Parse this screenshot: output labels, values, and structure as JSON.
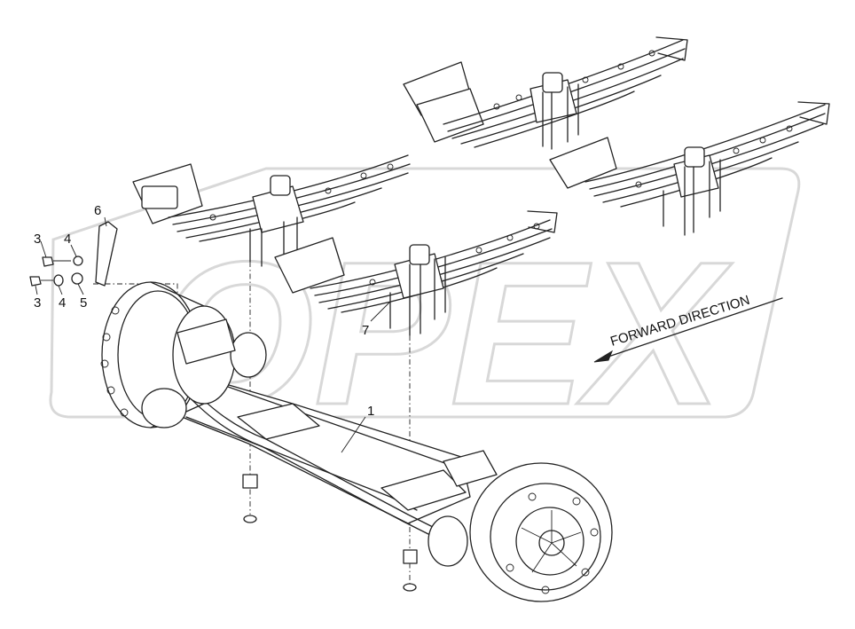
{
  "watermark": {
    "text": "OPEX",
    "color": "#d4d4d4"
  },
  "annotation": {
    "direction_label": "FORWARD DIRECTION"
  },
  "callouts": [
    {
      "id": "1",
      "label": "1"
    },
    {
      "id": "3a",
      "label": "3"
    },
    {
      "id": "3b",
      "label": "3"
    },
    {
      "id": "4a",
      "label": "4"
    },
    {
      "id": "4b",
      "label": "4"
    },
    {
      "id": "5",
      "label": "5"
    },
    {
      "id": "6",
      "label": "6"
    },
    {
      "id": "7",
      "label": "7"
    }
  ],
  "colors": {
    "line": "#222222",
    "background": "#ffffff"
  }
}
